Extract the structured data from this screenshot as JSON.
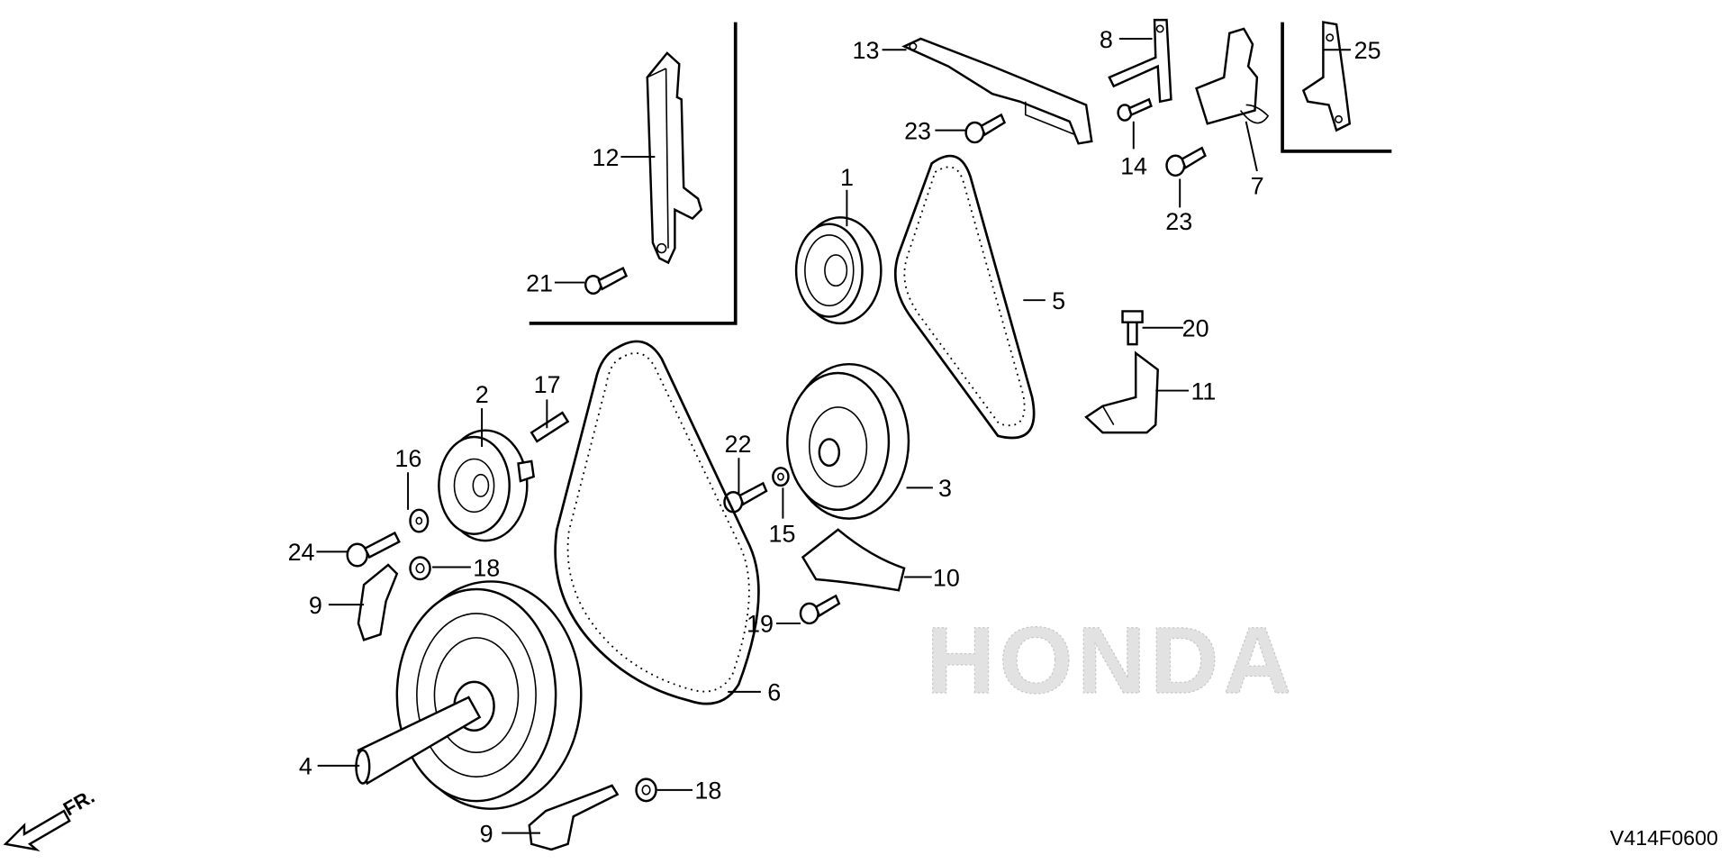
{
  "diagram": {
    "code": "V414F0600",
    "watermark": "HONDA",
    "direction_label": "FR.",
    "callouts": {
      "c1": "1",
      "c2": "2",
      "c3": "3",
      "c4": "4",
      "c5": "5",
      "c6": "6",
      "c7": "7",
      "c8": "8",
      "c9a": "9",
      "c9b": "9",
      "c10": "10",
      "c11": "11",
      "c12": "12",
      "c13": "13",
      "c14": "14",
      "c15": "15",
      "c16": "16",
      "c17": "17",
      "c18a": "18",
      "c18b": "18",
      "c19": "19",
      "c20": "20",
      "c21": "21",
      "c22": "22",
      "c23a": "23",
      "c23b": "23",
      "c24": "24",
      "c25": "25"
    }
  }
}
